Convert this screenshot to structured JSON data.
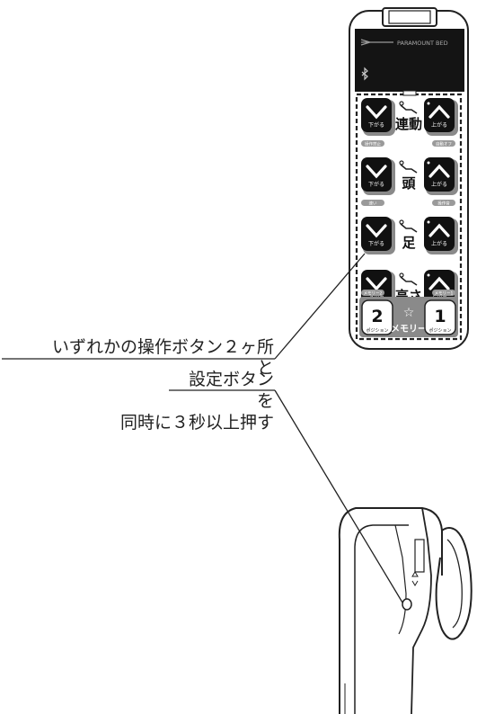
{
  "remote": {
    "brand": "PARAMOUNT BED",
    "bluetooth_icon": "bluetooth-icon",
    "rows": [
      {
        "label": "連動",
        "down": "下がる",
        "up": "上がる",
        "sub_left": "操作禁止",
        "sub_right": "自動オフ",
        "icon": "bed-linked-icon"
      },
      {
        "label": "頭",
        "down": "下がる",
        "up": "上がる",
        "sub_left": "速い",
        "sub_right": "操作音",
        "icon": "bed-head-icon"
      },
      {
        "label": "足",
        "down": "下がる",
        "up": "上がる",
        "sub_left": "",
        "sub_right": "",
        "icon": "bed-foot-icon"
      },
      {
        "label": "高さ",
        "down": "下がる",
        "up": "上がる",
        "sub_left": "メモリー2",
        "sub_right": "メモリー1",
        "icon": "bed-height-icon"
      }
    ],
    "memory": {
      "left_num": "2",
      "left_sub": "ポジション",
      "center_star": "☆",
      "center_label": "メモリー",
      "right_num": "1",
      "right_sub": "ポジション"
    }
  },
  "callouts": {
    "line1": "いずれかの操作ボタン２ヶ所",
    "line2": "と",
    "line3": "設定ボタン",
    "line4": "を",
    "line5": "同時に３秒以上押す"
  },
  "side_view": {
    "button_icon": "settings-button-icon"
  }
}
